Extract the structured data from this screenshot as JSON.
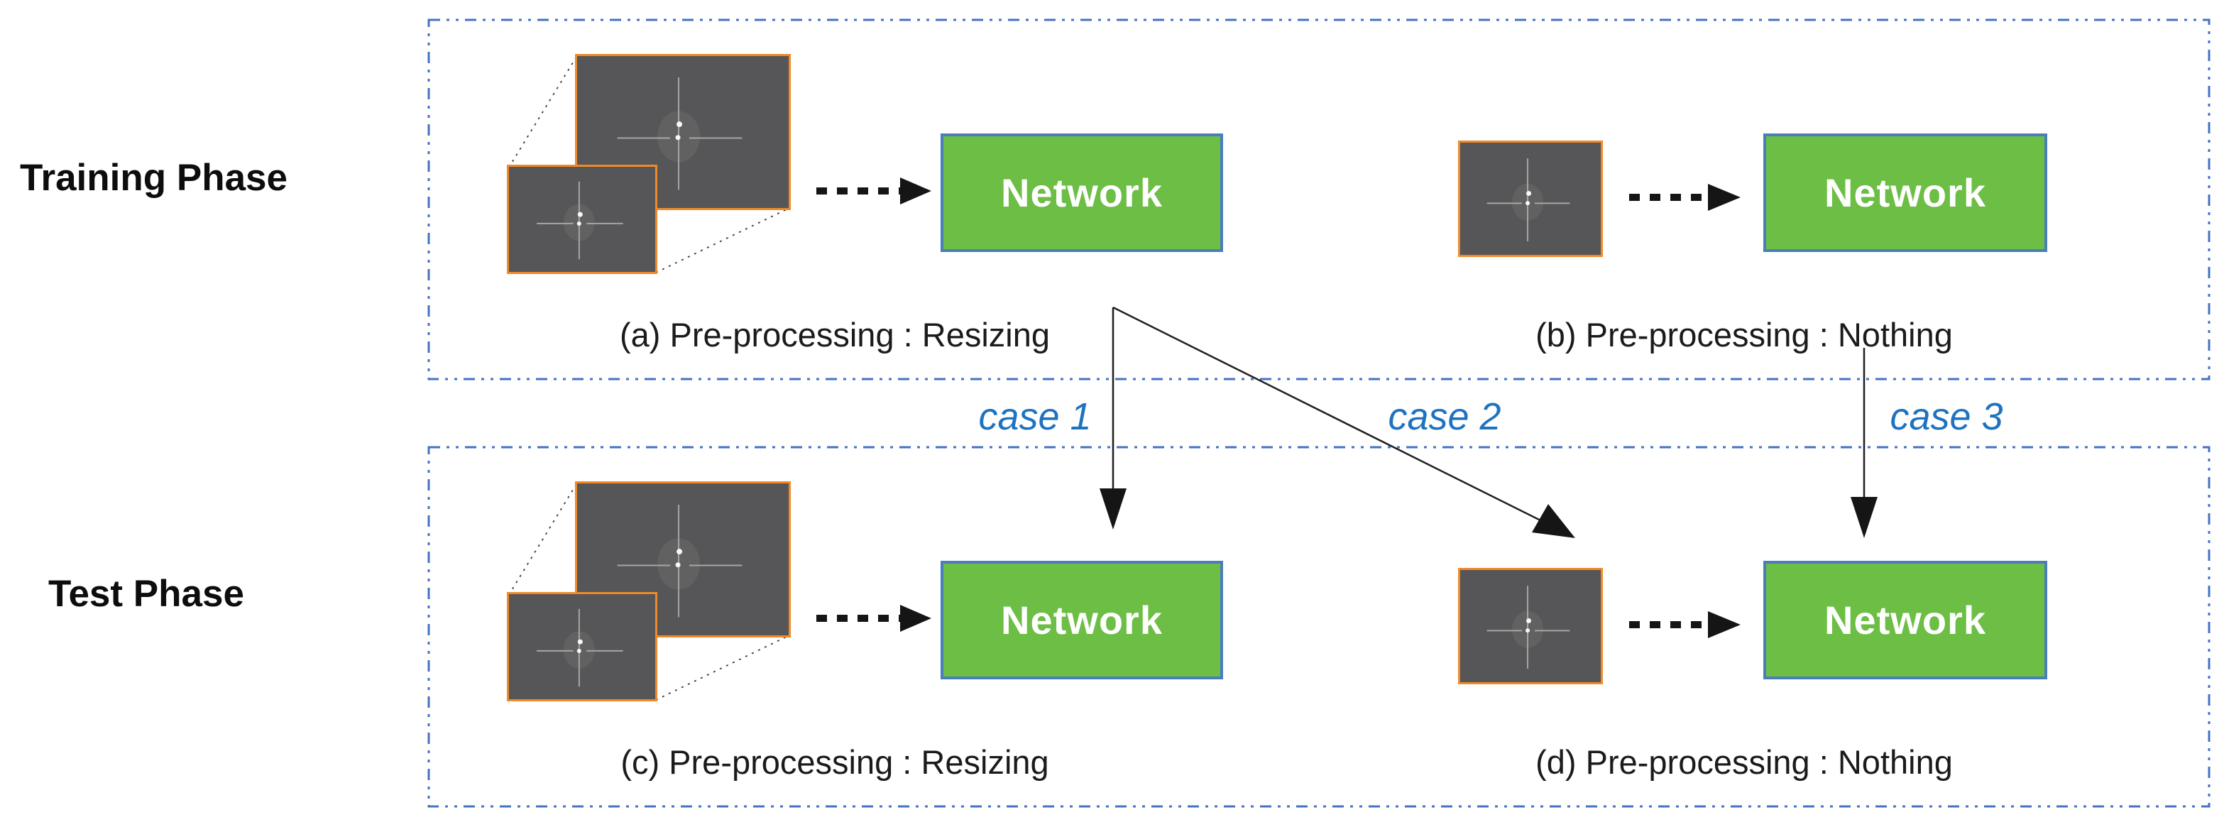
{
  "figure": {
    "training_phase_label": "Training Phase",
    "test_phase_label": "Test Phase",
    "network_label": "Network",
    "panels": [
      {
        "id": "a",
        "caption": "(a) Pre-processing : Resizing"
      },
      {
        "id": "b",
        "caption": "(b) Pre-processing : Nothing"
      },
      {
        "id": "c",
        "caption": "(c) Pre-processing : Resizing"
      },
      {
        "id": "d",
        "caption": "(d) Pre-processing : Nothing"
      }
    ],
    "cases": [
      {
        "label": "case 1"
      },
      {
        "label": "case 2"
      },
      {
        "label": "case 3"
      }
    ]
  },
  "colors": {
    "network_fill": "#6CBE45",
    "network_border": "#4A7EBB",
    "box_border": "#4472C4",
    "case_text": "#1E73C0",
    "image_border": "#F08A28",
    "image_bg": "#565557",
    "arrow_black": "#151515",
    "caption_text": "#1B1B1B"
  }
}
